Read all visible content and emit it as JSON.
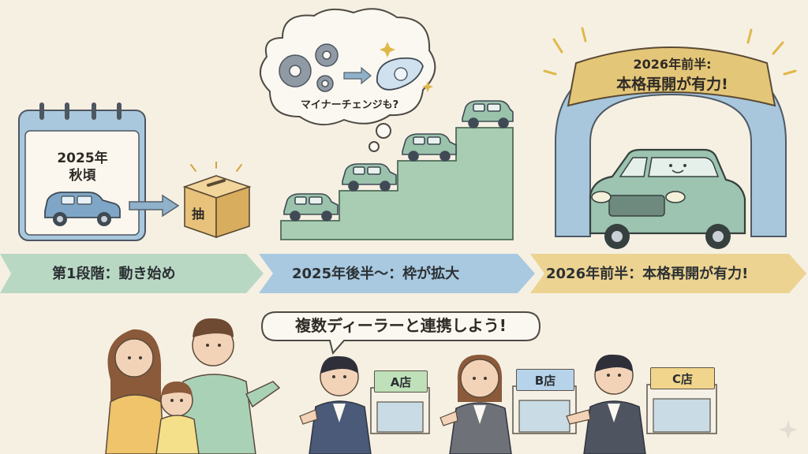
{
  "calendar": {
    "year": "2025年",
    "season": "秋頃"
  },
  "box": {
    "label": "抽"
  },
  "thought": {
    "text": "マイナーチェンジも?"
  },
  "arch": {
    "line1": "2026年前半:",
    "line2": "本格再開が有力!"
  },
  "stages": [
    {
      "label": "第1段階：動き始め",
      "color": "#b9d8c4"
    },
    {
      "label": "2025年後半〜：枠が拡大",
      "color": "#a9c9e0"
    },
    {
      "label": "2026年前半：本格再開が有力!",
      "color": "#edd391"
    }
  ],
  "speech": {
    "text": "複数ディーラーと連携しよう!"
  },
  "stores": [
    {
      "name": "A店",
      "color": "#bfe0b8"
    },
    {
      "name": "B店",
      "color": "#b6d3ea"
    },
    {
      "name": "C店",
      "color": "#f1d58c"
    }
  ]
}
